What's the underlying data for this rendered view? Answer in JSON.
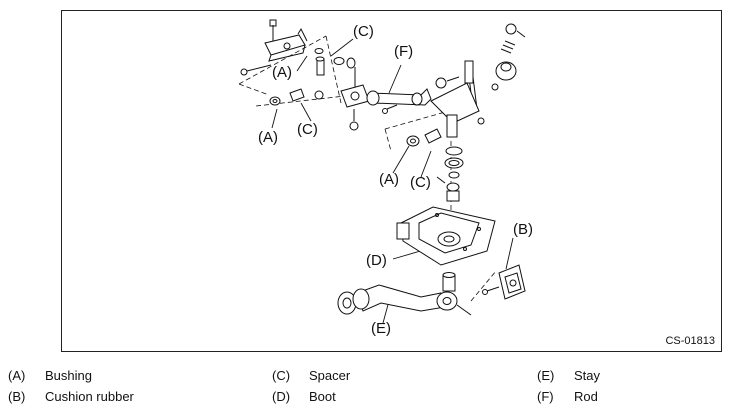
{
  "diagram": {
    "figure_code": "CS-01813",
    "callouts": {
      "a_top": "(A)",
      "c_top": "(C)",
      "f": "(F)",
      "a_left": "(A)",
      "c_left": "(C)",
      "a_mid": "(A)",
      "c_mid": "(C)",
      "b": "(B)",
      "d": "(D)",
      "e": "(E)"
    }
  },
  "legend": [
    {
      "key": "(A)",
      "term": "Bushing"
    },
    {
      "key": "(B)",
      "term": "Cushion rubber"
    },
    {
      "key": "(C)",
      "term": "Spacer"
    },
    {
      "key": "(D)",
      "term": "Boot"
    },
    {
      "key": "(E)",
      "term": "Stay"
    },
    {
      "key": "(F)",
      "term": "Rod"
    }
  ]
}
